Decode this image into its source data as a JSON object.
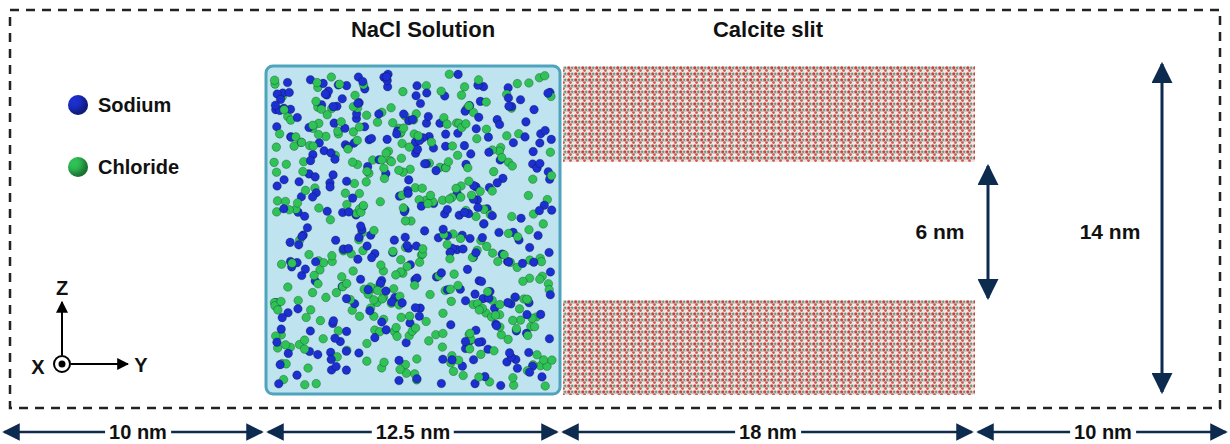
{
  "diagram": {
    "labels": [
      "NaCl Solution",
      "Calcite slit",
      "6 nm",
      "14 nm",
      "10 nm",
      "12.5 nm",
      "18 nm",
      "10 nm",
      "Z",
      "Y",
      "X"
    ],
    "legend": [
      {
        "text": "Sodium",
        "color": "#1c2fd0"
      },
      {
        "text": "Chloride",
        "color": "#2fc256"
      }
    ]
  }
}
